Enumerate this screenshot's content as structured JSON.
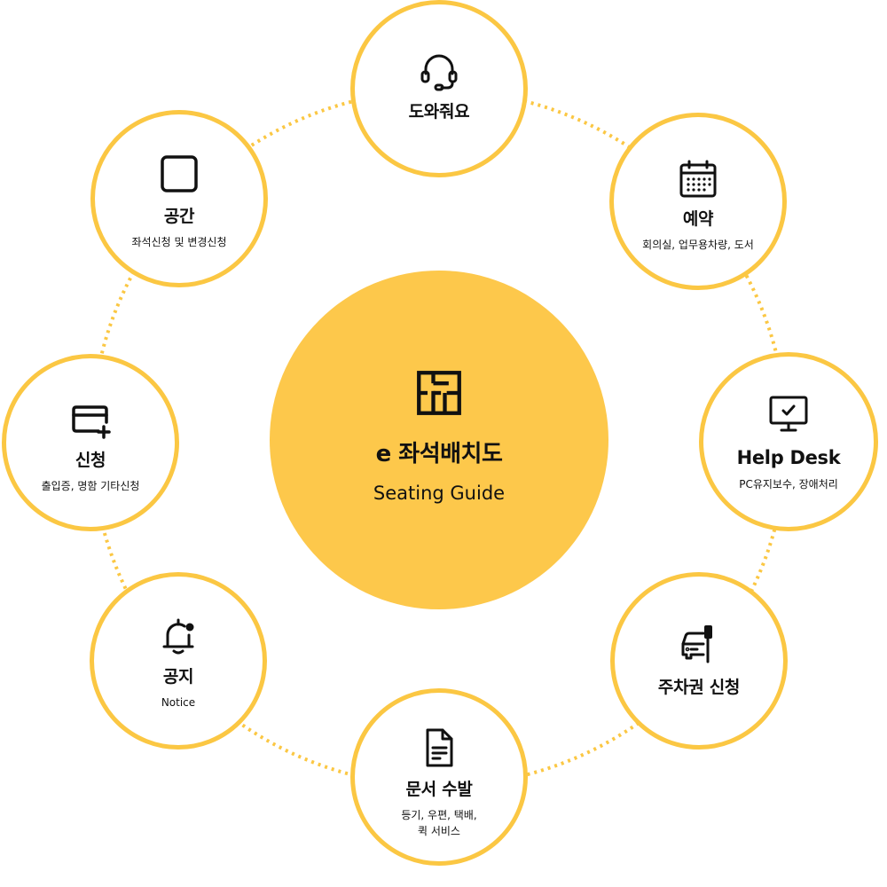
{
  "colors": {
    "accent": "#FBC743",
    "center_fill": "#FDC84B",
    "icon": "#111111",
    "background": "#ffffff"
  },
  "center": {
    "title": "e 좌석배치도",
    "subtitle": "Seating Guide",
    "icon": "floorplan-icon"
  },
  "menu": {
    "help": {
      "title": "도와줘요",
      "icon": "headset-icon"
    },
    "reservation": {
      "title": "예약",
      "subtitle": "회의실, 업무용차량, 도서",
      "icon": "calendar-icon"
    },
    "helpdesk": {
      "title": "Help Desk",
      "subtitle": "PC유지보수, 장애처리",
      "icon": "monitor-check-icon"
    },
    "parking": {
      "title": "주차권 신청",
      "icon": "car-ticket-icon"
    },
    "documents": {
      "title": "문서 수발",
      "subtitle_line1": "등기, 우편, 택배,",
      "subtitle_line2": "퀵 서비스",
      "icon": "document-icon"
    },
    "notice": {
      "title": "공지",
      "subtitle": "Notice",
      "icon": "bell-icon"
    },
    "request": {
      "title": "신청",
      "subtitle": "출입증, 명함 기타신청",
      "icon": "card-plus-icon"
    },
    "space": {
      "title": "공간",
      "subtitle": "좌석신청 및 변경신청",
      "icon": "square-icon"
    }
  }
}
